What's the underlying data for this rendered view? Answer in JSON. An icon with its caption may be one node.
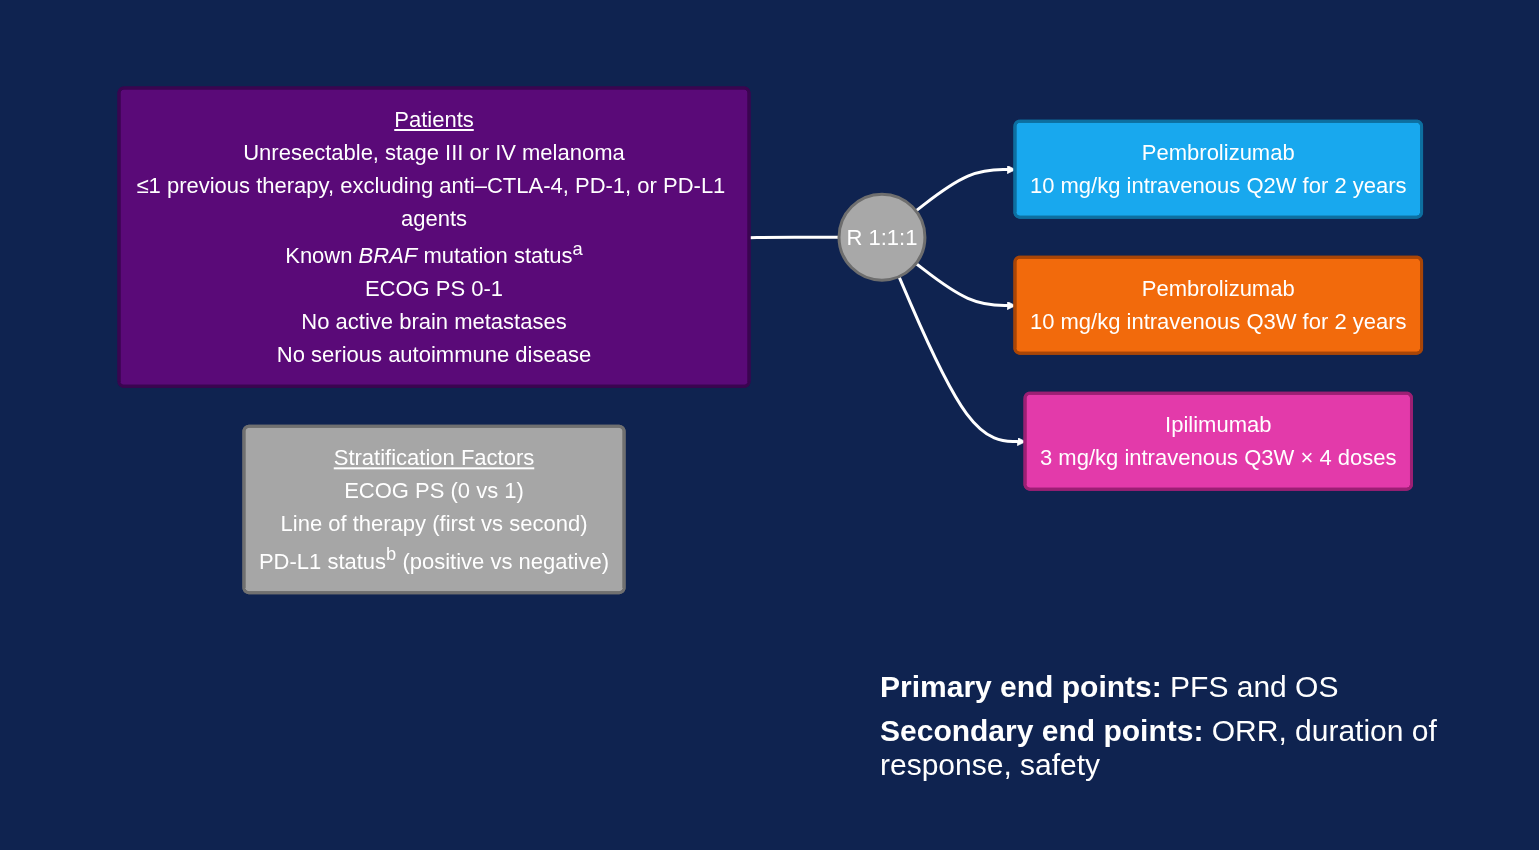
{
  "diagram": {
    "nodes": [
      {
        "text": [
          "Patients",
          "Unresectable, stage III or IV melanoma",
          "≤1 previous therapy, excluding anti–CTLA-4, PD-1, or PD-L1 agents",
          "Known *BRAF* mutation status$^{a}$",
          "ECOG PS 0-1",
          "No active brain metastases",
          "No serious autoimmune disease"
        ]
      },
      {
        "text": [
          "R 1:1:1"
        ]
      },
      {
        "text": [
          "Pembrolizumab",
          "10 mg/kg intravenous Q2W for 2 years"
        ]
      },
      {
        "text": [
          "Pembrolizumab",
          "10 mg/kg intravenous Q3W for 2 years"
        ]
      },
      {
        "text": [
          "Ipilimumab",
          "3 mg/kg intravenous Q3W × 4 doses"
        ]
      },
      {
        "text": [
          "Stratification Factors",
          "ECOG PS (0 vs 1)",
          "Line of therapy (first vs second)",
          "PD-L1 status$^{b}$ (positive vs negative)"
        ]
      }
    ],
    "edges": [
      {
        "from": 0,
        "to": 1,
        "arrow": "none"
      },
      {
        "from": 1,
        "to": 2,
        "arrow": "to"
      },
      {
        "from": 1,
        "to": 3,
        "arrow": "to"
      },
      {
        "from": 1,
        "to": 4,
        "arrow": "to"
      }
    ],
    "labels": [
      "**Primary end points:** PFS and OS",
      "**Secondary end points:** ORR, duration of response, safety"
    ]
  }
}
